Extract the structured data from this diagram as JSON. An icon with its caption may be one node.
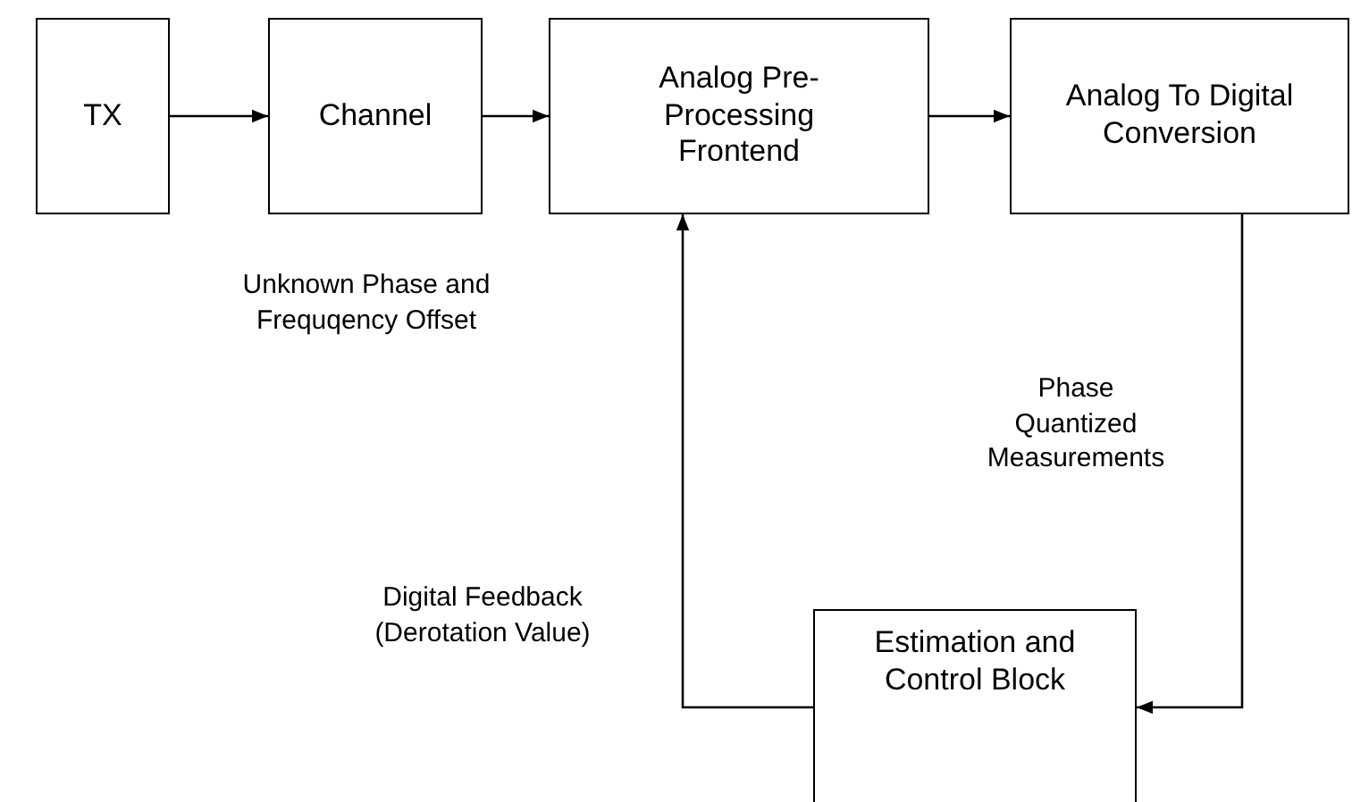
{
  "diagram": {
    "nodes": [
      {
        "text": [
          "TX"
        ]
      },
      {
        "text": [
          "Channel"
        ]
      },
      {
        "text": [
          "Analog Pre-Processing Frontend"
        ]
      },
      {
        "text": [
          "Analog To Digital Conversion"
        ]
      },
      {
        "text": [
          "Estimation and Control Block"
        ]
      }
    ],
    "edges": [
      {
        "from": 0,
        "to": 1,
        "arrow": "to"
      },
      {
        "from": 1,
        "to": 2,
        "arrow": "to"
      },
      {
        "from": 2,
        "to": 3,
        "arrow": "to"
      },
      {
        "from": 3,
        "to": 4,
        "arrow": "to",
        "label": "Phase Quantized Measurements"
      },
      {
        "from": 4,
        "to": 2,
        "arrow": "to",
        "label": "Digital Feedback (Derotation Value)"
      }
    ],
    "labels": [
      "Unknown Phase and Frequqency Offset"
    ]
  }
}
